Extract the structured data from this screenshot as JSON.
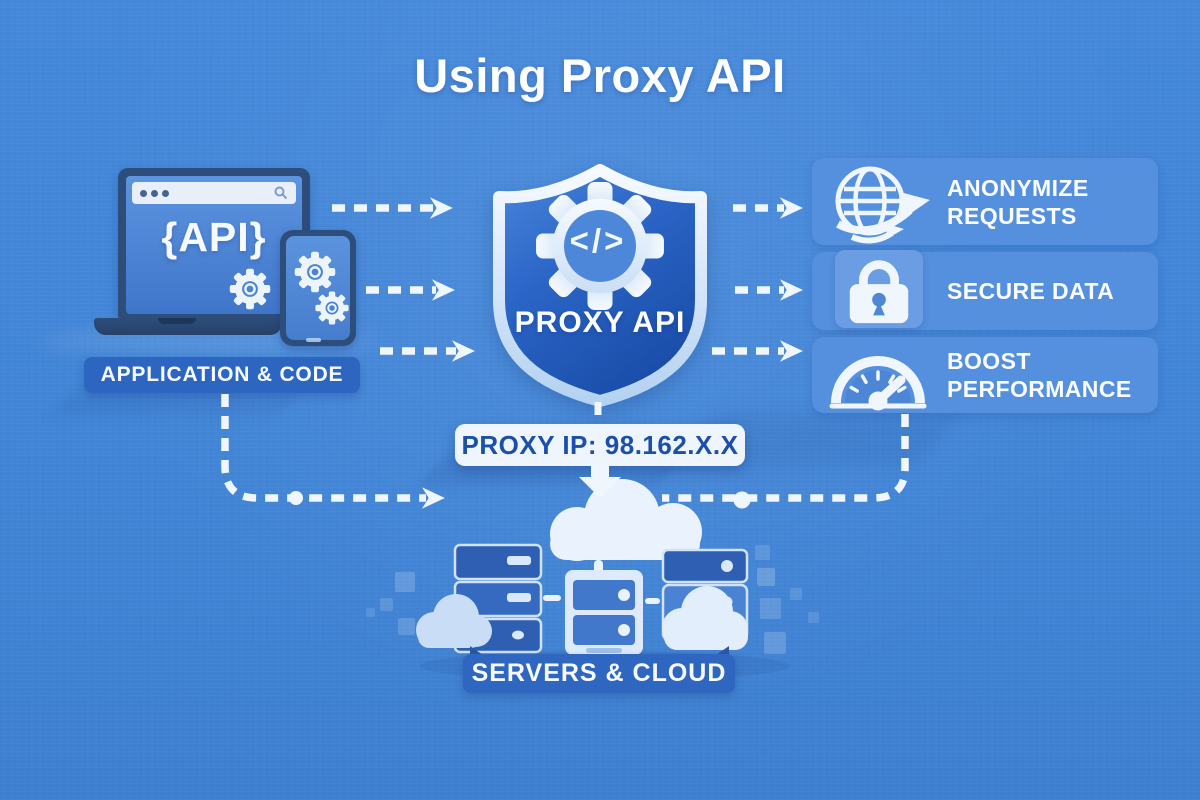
{
  "title": "Using Proxy API",
  "application": {
    "label": "APPLICATION & CODE",
    "screen_code": "{API}",
    "icons": [
      "browser-window-icon",
      "gear-icon",
      "smartphone-icon"
    ]
  },
  "proxy": {
    "label": "PROXY API",
    "code_glyph": "</>",
    "ip_label": "PROXY IP: 98.162.X.X",
    "icons": [
      "shield-icon",
      "gear-icon",
      "code-icon"
    ]
  },
  "benefits": [
    {
      "label": "ANONYMIZE REQUESTS",
      "icon": "globe-arrow-icon"
    },
    {
      "label": "SECURE DATA",
      "icon": "lock-icon"
    },
    {
      "label": "BOOST PERFORMANCE",
      "icon": "speedometer-icon"
    }
  ],
  "servers": {
    "label": "SERVERS & CLOUD",
    "icons": [
      "server-rack-icon",
      "cloud-icon"
    ]
  },
  "colors": {
    "background": "#4285d6",
    "badge_dark": "#2d66c1",
    "card": "#5490de",
    "tile": "#6b9de4",
    "shield_inner_dark": "#1a4da9",
    "light": "#eff6fe",
    "ip_text": "#1b4fa9",
    "device_frame": "#2d4d7a"
  }
}
